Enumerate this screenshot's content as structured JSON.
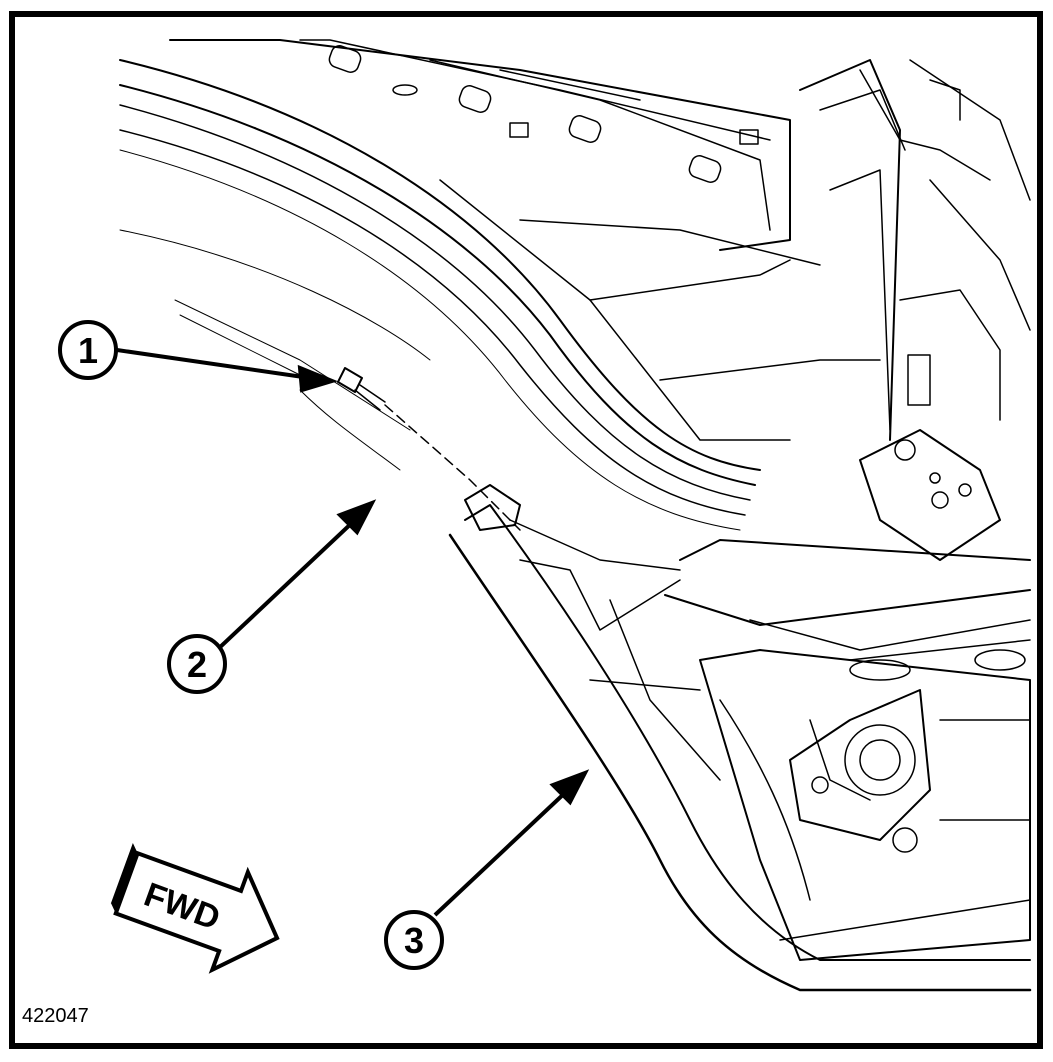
{
  "figure": {
    "id_label": "422047",
    "direction_label": "FWD",
    "callouts": [
      {
        "number": "1"
      },
      {
        "number": "2"
      },
      {
        "number": "3"
      }
    ]
  }
}
